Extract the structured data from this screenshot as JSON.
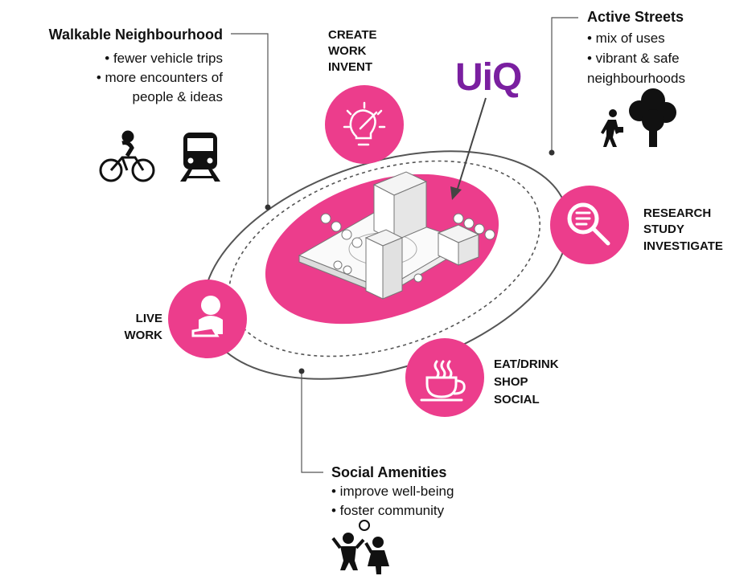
{
  "logo": {
    "text": "UiQ"
  },
  "walkable": {
    "title": "Walkable Neighbourhood",
    "bullets": [
      "• fewer vehicle trips",
      "• more encounters of",
      "people & ideas"
    ],
    "icons": [
      "bicycle-icon",
      "train-icon"
    ]
  },
  "active_streets": {
    "title": "Active Streets",
    "bullets": [
      "• mix of uses",
      "• vibrant & safe",
      "neighbourhoods"
    ],
    "icons": [
      "pedestrian-icon",
      "tree-icon"
    ]
  },
  "social": {
    "title": "Social Amenities",
    "bullets": [
      "• improve well-being",
      "• foster community"
    ],
    "icons": [
      "children-playing-icon"
    ]
  },
  "activities": {
    "create": [
      "CREATE",
      "WORK",
      "INVENT"
    ],
    "research": [
      "RESEARCH",
      "STUDY",
      "INVESTIGATE"
    ],
    "live": [
      "LIVE",
      "WORK"
    ],
    "eat": [
      "EAT/DRINK",
      "SHOP",
      "SOCIAL"
    ]
  },
  "colors": {
    "accent": "#ec3d8c",
    "ink": "#111111",
    "line": "#555555"
  }
}
